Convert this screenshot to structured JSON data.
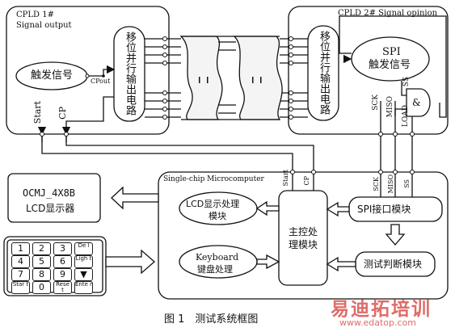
{
  "cpld1": {
    "title_line1": "CPLD 1#",
    "title_line2": "Signal output",
    "trigger": "触发信号",
    "shift_block": "移位并行输出电路",
    "cp_out": "CPout",
    "start": "Start",
    "cp": "CP"
  },
  "cpld2": {
    "title": "CPLD 2# Signal opinion",
    "shift_block": "移位并行输出电路",
    "spi_trigger_line1": "SPI",
    "spi_trigger_line2": "触发信号",
    "and_gate": "&",
    "sck": "SCK",
    "miso": "MISO",
    "load": "LOAD",
    "ss": "SS"
  },
  "mcu": {
    "title": "Single-chip Microcomputer",
    "start": "Start",
    "cp": "CP",
    "lcd_proc_line1": "LCD显示处理",
    "lcd_proc_line2": "模块",
    "kbd_proc_line1": "Keyboard",
    "kbd_proc_line2": "键盘处理",
    "main_ctrl": "主控处理模块",
    "spi_module": "SPI接口模块",
    "test_module": "测试判断模块",
    "sck": "SCK",
    "miso": "MISO",
    "ss": "SS"
  },
  "lcd": {
    "line1": "OCMJ_4X8B",
    "line2": "LCD显示器"
  },
  "keypad": {
    "keys": [
      {
        "label": "1",
        "small": false
      },
      {
        "label": "2",
        "small": false
      },
      {
        "label": "3",
        "small": false
      },
      {
        "label": "De l",
        "small": true
      },
      {
        "label": "4",
        "small": false
      },
      {
        "label": "5",
        "small": false
      },
      {
        "label": "6",
        "small": false
      },
      {
        "label": "Ligh t",
        "small": true
      },
      {
        "label": "7",
        "small": false
      },
      {
        "label": "8",
        "small": false
      },
      {
        "label": "9",
        "small": false
      },
      {
        "label": "▼",
        "small": false
      },
      {
        "label": "Star t",
        "small": true
      },
      {
        "label": "0",
        "small": false
      },
      {
        "label": "Rese t",
        "small": true
      },
      {
        "label": "Ente r",
        "small": true
      }
    ]
  },
  "caption": "图 1　测试系统框图",
  "watermark": {
    "line1": "易迪拓培训",
    "line2": "www.edatop.com"
  }
}
